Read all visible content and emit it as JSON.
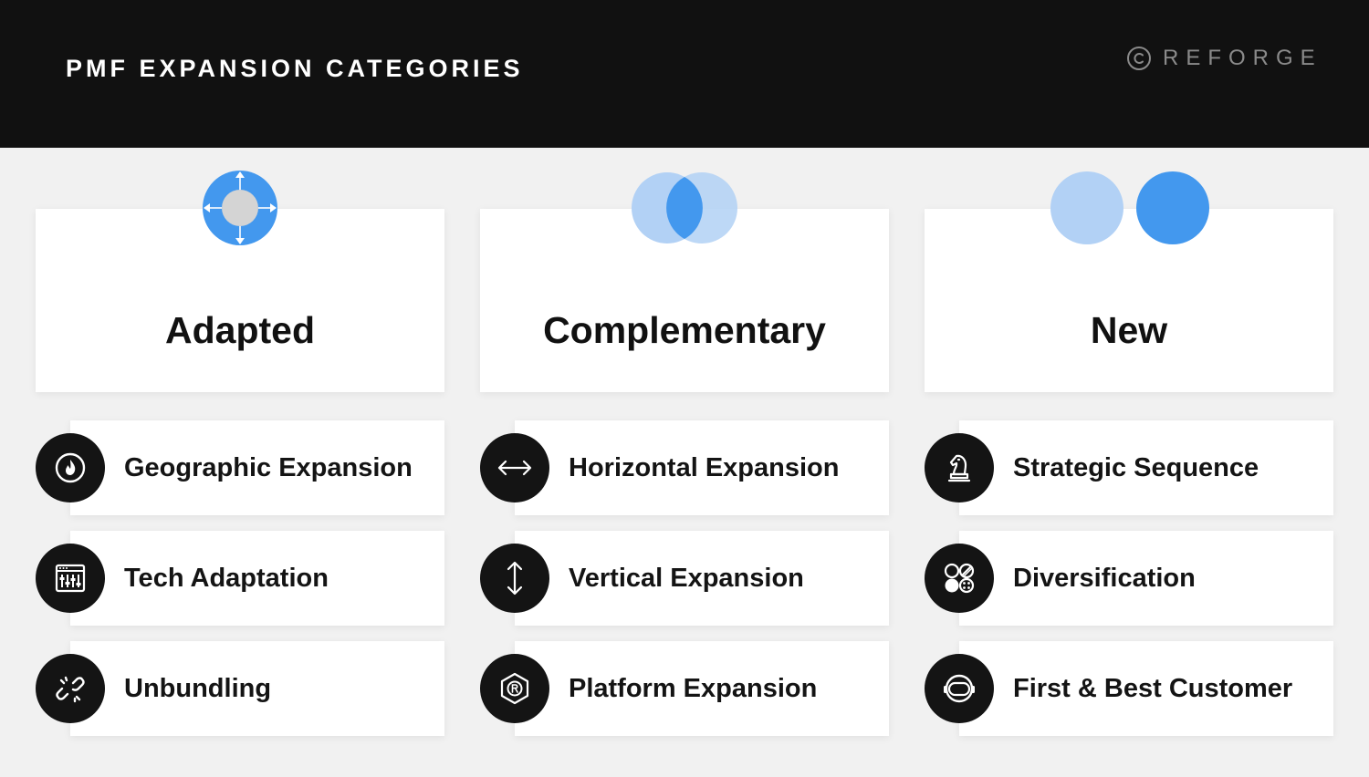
{
  "header": {
    "title": "PMF EXPANSION CATEGORIES",
    "brand": "REFORGE",
    "brand_icon": "copyright-circle-icon"
  },
  "colors": {
    "header_bg": "#111111",
    "blue": "#4398ee",
    "light_blue": "#b2d1f5",
    "badge_bg": "#141414",
    "page_bg": "#f1f1f1"
  },
  "columns": [
    {
      "title": "Adapted",
      "icon": "target-arrows-icon",
      "items": [
        {
          "label": "Geographic Expansion",
          "icon": "globe-flame-icon"
        },
        {
          "label": "Tech Adaptation",
          "icon": "sliders-window-icon"
        },
        {
          "label": "Unbundling",
          "icon": "broken-link-icon"
        }
      ]
    },
    {
      "title": "Complementary",
      "icon": "venn-overlap-icon",
      "items": [
        {
          "label": "Horizontal Expansion",
          "icon": "horizontal-arrows-icon"
        },
        {
          "label": "Vertical Expansion",
          "icon": "vertical-arrows-icon"
        },
        {
          "label": "Platform Expansion",
          "icon": "hexagon-badge-icon"
        }
      ]
    },
    {
      "title": "New",
      "icon": "two-circles-icon",
      "items": [
        {
          "label": "Strategic Sequence",
          "icon": "chess-knight-icon"
        },
        {
          "label": "Diversification",
          "icon": "shapes-grid-icon"
        },
        {
          "label": "First & Best Customer",
          "icon": "astronaut-helmet-icon"
        }
      ]
    }
  ]
}
